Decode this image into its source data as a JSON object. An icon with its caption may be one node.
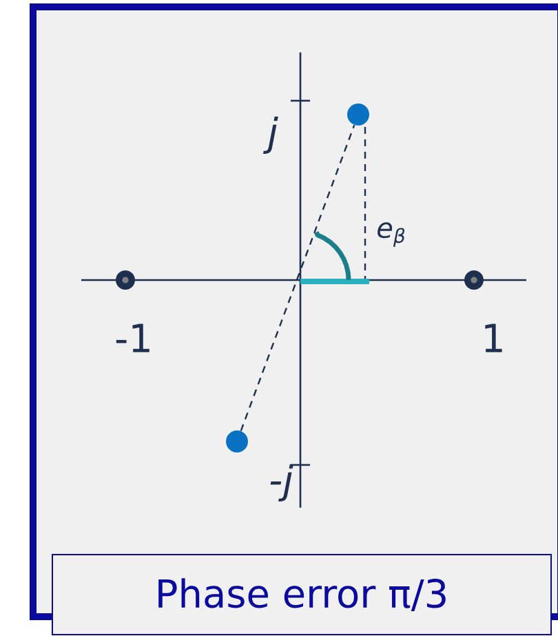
{
  "diagram": {
    "caption": "Phase error π/3",
    "nodes": [
      {
        "text": [],
        "shape": "circle"
      },
      {
        "text": [],
        "shape": "circle"
      }
    ],
    "edges": [
      {
        "from": 0,
        "to": 1,
        "arrow": "none",
        "style": "dashed"
      }
    ],
    "labels": [
      "j",
      "e$_{β}$",
      "-1",
      "1",
      "-j"
    ]
  }
}
